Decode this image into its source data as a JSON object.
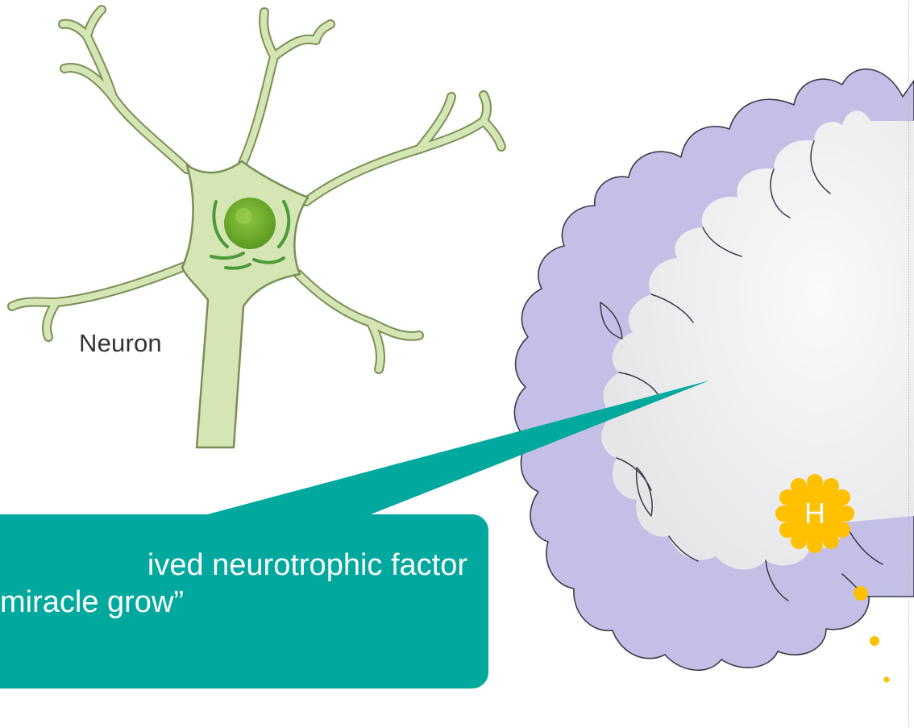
{
  "diagram": {
    "neuron_label": "Neuron",
    "callout": {
      "line1": "ived neurotrophic factor",
      "line2": "miracle grow”",
      "color": "#00a89d"
    },
    "marker": {
      "label": "H",
      "color": "#ffc000"
    },
    "colors": {
      "neuron_fill": "#d5e6b4",
      "neuron_stroke": "#7a8f55",
      "nucleus": "#6fa82c",
      "organelles": "#4c9a3a",
      "cortex_gray_matter": "#c3bfe6",
      "white_matter": "#ebebed",
      "outline": "#3a3a4a"
    }
  }
}
